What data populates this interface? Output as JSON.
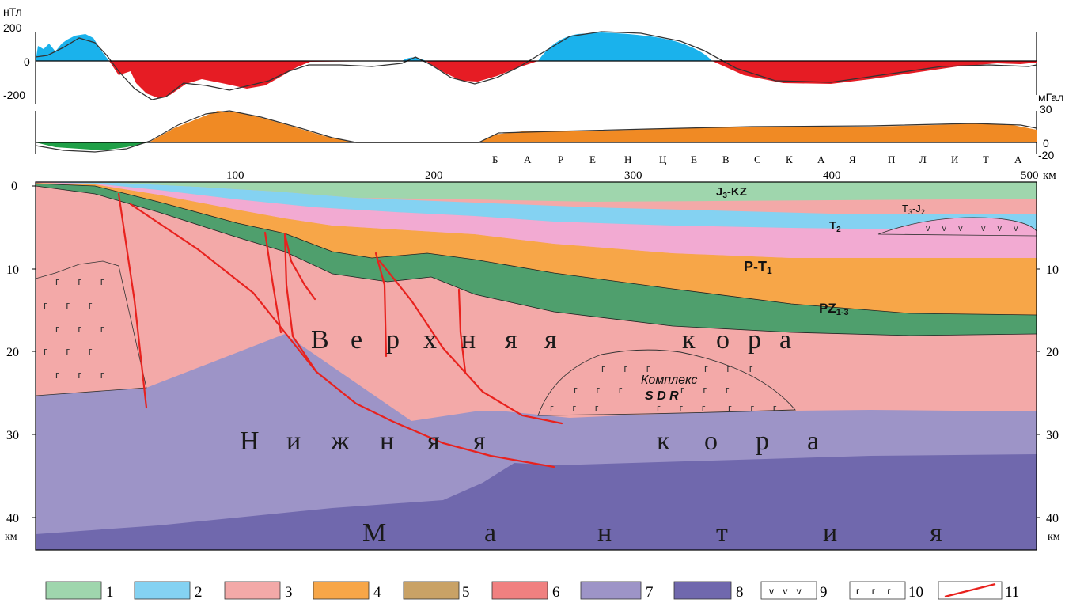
{
  "magnetic_axis": {
    "unit": "нТл",
    "ticks": [
      "200",
      "0",
      "-200"
    ]
  },
  "gravity_axis": {
    "unit": "мГал",
    "ticks": [
      "30",
      "0",
      "-20"
    ]
  },
  "plate_name_letters": [
    "Б",
    "А",
    "Р",
    "Е",
    "Н",
    "Ц",
    "Е",
    "В",
    "С",
    "К",
    "А",
    "Я",
    "П",
    "Л",
    "И",
    "Т",
    "А"
  ],
  "distance_axis": {
    "ticks": [
      "100",
      "200",
      "300",
      "400",
      "500"
    ],
    "unit": "км"
  },
  "depth_axis": {
    "left_ticks": [
      "0",
      "10",
      "20",
      "30",
      "40"
    ],
    "right_ticks": [
      "10",
      "20",
      "30",
      "40"
    ],
    "unit": "км"
  },
  "strata_labels": {
    "j3kz": {
      "base": "J",
      "sub": "3",
      "rest": "-KZ"
    },
    "t3j2": {
      "base": "T",
      "sub": "3",
      "mid": "-J",
      "sub2": "2"
    },
    "t2": {
      "base": "T",
      "sub": "2"
    },
    "pt1": {
      "base": "P-T",
      "sub": "1"
    },
    "pz13": {
      "base": "PZ",
      "sub": "1-3"
    }
  },
  "crust_letters": {
    "upper": [
      "В",
      "е",
      "р",
      "х",
      "н",
      "я",
      "я",
      "к",
      "о",
      "р",
      "а"
    ],
    "lower": [
      "Н",
      "и",
      "ж",
      "н",
      "я",
      "я",
      "к",
      "о",
      "р",
      "а"
    ],
    "mantle": [
      "М",
      "а",
      "н",
      "т",
      "и",
      "я"
    ]
  },
  "complex_label": {
    "line1": "Комплекс",
    "line2": "S D R"
  },
  "volcanic_marks": "v v v",
  "basalt_marks": "г г г",
  "colors": {
    "j3kz": "#9fd6ad",
    "t3j2": "#84d2f2",
    "t2": "#f2aad2",
    "pt1": "#f7a648",
    "pz13": "#4f9f6d",
    "upper_crust": "#f3a9a8",
    "lower_crust": "#9d94c7",
    "mantle": "#7068ad",
    "fault": "#e8221e",
    "mag_pos": "#1ab2ec",
    "mag_neg": "#e61c24",
    "grav_pos": "#f08a24",
    "grav_neg": "#1fa047"
  },
  "legend": [
    {
      "id": "1",
      "color": "#9fd6ad"
    },
    {
      "id": "2",
      "color": "#84d2f2"
    },
    {
      "id": "3",
      "color": "#f3a9a8"
    },
    {
      "id": "4",
      "color": "#f7a648"
    },
    {
      "id": "5",
      "color": "#c9a266"
    },
    {
      "id": "6",
      "color": "#f08080"
    },
    {
      "id": "7",
      "color": "#9d94c7"
    },
    {
      "id": "8",
      "color": "#7068ad"
    },
    {
      "id": "9",
      "pattern": "v v v"
    },
    {
      "id": "10",
      "pattern": "г г г"
    },
    {
      "id": "11",
      "pattern": "red-line"
    }
  ]
}
